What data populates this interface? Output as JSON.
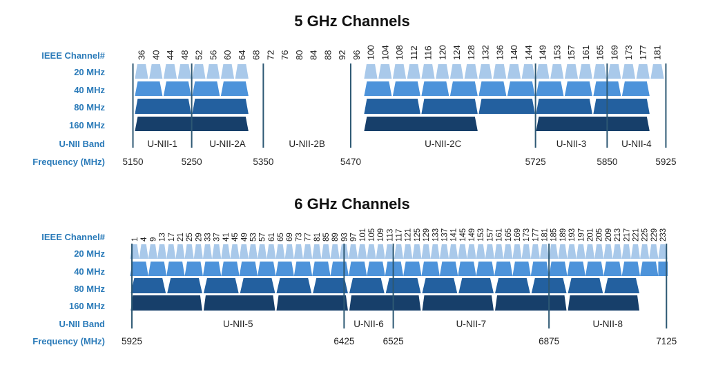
{
  "colors": {
    "label": "#2b7bb9",
    "w20": "#a9c9ea",
    "w40": "#4d93da",
    "w80": "#23609f",
    "w160": "#173f6a",
    "divider": "#2d5873"
  },
  "row_labels": {
    "channel": "IEEE Channel#",
    "w20": "20 MHz",
    "w40": "40 MHz",
    "w80": "80 MHz",
    "w160": "160 MHz",
    "band": "U-NII Band",
    "freq": "Frequency (MHz)"
  },
  "ghz5": {
    "title": "5 GHz Channels",
    "channels": [
      "36",
      "40",
      "44",
      "48",
      "52",
      "56",
      "60",
      "64",
      "68",
      "72",
      "76",
      "80",
      "84",
      "88",
      "92",
      "96",
      "100",
      "104",
      "108",
      "112",
      "116",
      "120",
      "124",
      "128",
      "132",
      "136",
      "140",
      "144",
      "149",
      "153",
      "157",
      "161",
      "165",
      "169",
      "173",
      "177",
      "181"
    ],
    "w20": [
      [
        "36",
        "64"
      ],
      [
        "100",
        "181"
      ]
    ],
    "w40": [
      [
        "36",
        "40"
      ],
      [
        "44",
        "48"
      ],
      [
        "52",
        "56"
      ],
      [
        "60",
        "64"
      ],
      [
        "100",
        "104"
      ],
      [
        "108",
        "112"
      ],
      [
        "116",
        "120"
      ],
      [
        "124",
        "128"
      ],
      [
        "132",
        "136"
      ],
      [
        "140",
        "144"
      ],
      [
        "149",
        "153"
      ],
      [
        "157",
        "161"
      ],
      [
        "165",
        "169"
      ],
      [
        "173",
        "177"
      ]
    ],
    "w80": [
      [
        "36",
        "48"
      ],
      [
        "52",
        "64"
      ],
      [
        "100",
        "112"
      ],
      [
        "116",
        "128"
      ],
      [
        "132",
        "144"
      ],
      [
        "149",
        "161"
      ],
      [
        "165",
        "177"
      ]
    ],
    "w160": [
      [
        "36",
        "64"
      ],
      [
        "100",
        "128"
      ],
      [
        "149",
        "177"
      ]
    ],
    "frequencies": [
      "5150",
      "5250",
      "5350",
      "5470",
      "5725",
      "5850",
      "5925"
    ],
    "bands": [
      "U-NII-1",
      "U-NII-2A",
      "U-NII-2B",
      "U-NII-2C",
      "U-NII-3",
      "U-NII-4"
    ]
  },
  "ghz6": {
    "title": "6 GHz Channels",
    "channels": [
      "1",
      "4",
      "9",
      "13",
      "17",
      "21",
      "25",
      "29",
      "33",
      "37",
      "41",
      "45",
      "49",
      "53",
      "57",
      "61",
      "65",
      "69",
      "73",
      "77",
      "81",
      "85",
      "89",
      "93",
      "97",
      "101",
      "105",
      "109",
      "113",
      "117",
      "121",
      "125",
      "129",
      "133",
      "137",
      "141",
      "145",
      "149",
      "153",
      "157",
      "161",
      "165",
      "169",
      "173",
      "177",
      "181",
      "185",
      "189",
      "193",
      "197",
      "201",
      "205",
      "209",
      "213",
      "217",
      "221",
      "225",
      "229",
      "233"
    ],
    "frequencies": [
      "5925",
      "6425",
      "6525",
      "6875",
      "7125"
    ],
    "bands": [
      "U-NII-5",
      "U-NII-6",
      "U-NII-7",
      "U-NII-8"
    ]
  }
}
